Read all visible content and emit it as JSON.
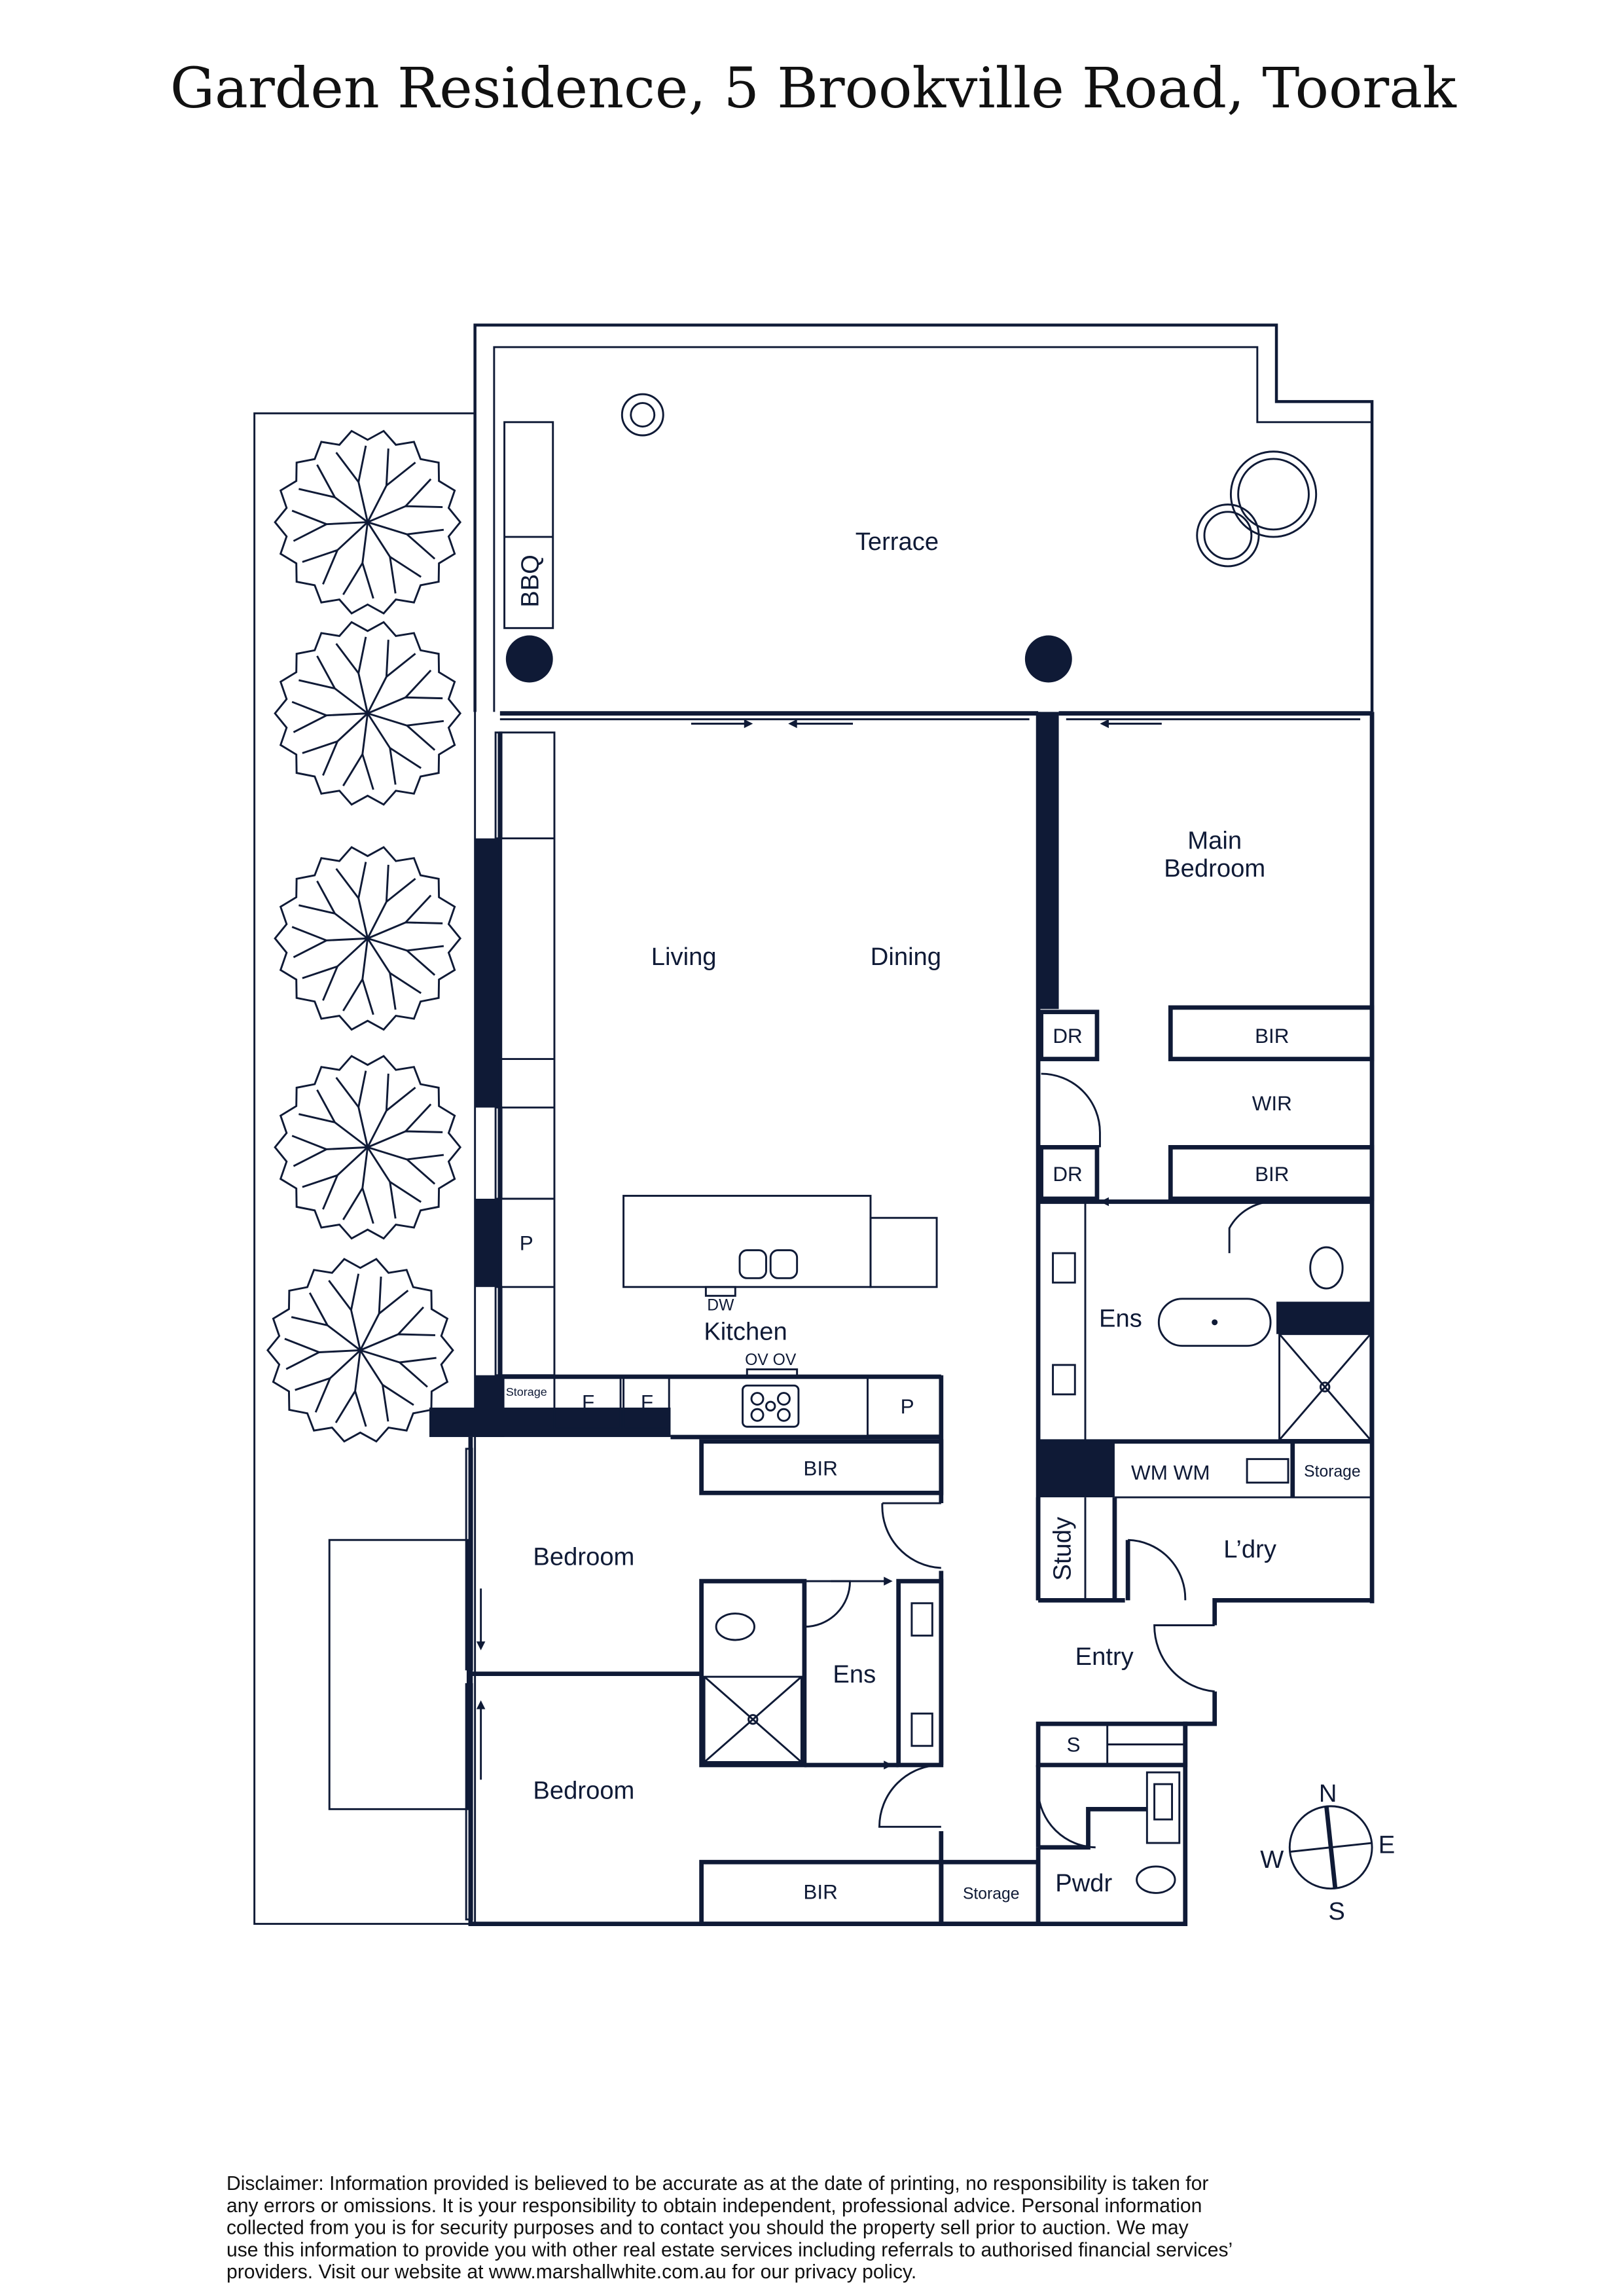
{
  "title": "Garden Residence, 5 Brookville Road, Toorak",
  "rooms": {
    "terrace": "Terrace",
    "bbq": "BBQ",
    "living": "Living",
    "dining": "Dining",
    "main_bedroom_1": "Main",
    "main_bedroom_2": "Bedroom",
    "dr1": "DR",
    "dr2": "DR",
    "bir1": "BIR",
    "wir": "WIR",
    "bir2": "BIR",
    "ens_main": "Ens",
    "p_pantry": "P",
    "dw": "DW",
    "kitchen": "Kitchen",
    "ov": "OV OV",
    "storage_kitchen": "Storage",
    "f1": "F",
    "f2": "F",
    "p2": "P",
    "wm": "WM WM",
    "storage_laundry": "Storage",
    "study": "Study",
    "laundry": "L’dry",
    "bir3": "BIR",
    "bedroom1": "Bedroom",
    "ens2": "Ens",
    "entry": "Entry",
    "s": "S",
    "bedroom2": "Bedroom",
    "bir4": "BIR",
    "storage_bottom": "Storage",
    "pwdr": "Pwdr"
  },
  "compass": {
    "n": "N",
    "e": "E",
    "s": "S",
    "w": "W"
  },
  "disclaimer": [
    "Disclaimer: Information provided is believed to be accurate as at the date of printing, no responsibility is taken for",
    "any errors or omissions. It is your responsibility to obtain independent, professional advice. Personal information",
    "collected from you is for security purposes and to contact you should the property sell prior to auction. We may",
    "use this information to provide you with other real estate services including referrals to authorised financial services’",
    "providers. Visit our website at www.marshallwhite.com.au for our privacy policy."
  ],
  "colors": {
    "ink": "#0f1a36"
  }
}
